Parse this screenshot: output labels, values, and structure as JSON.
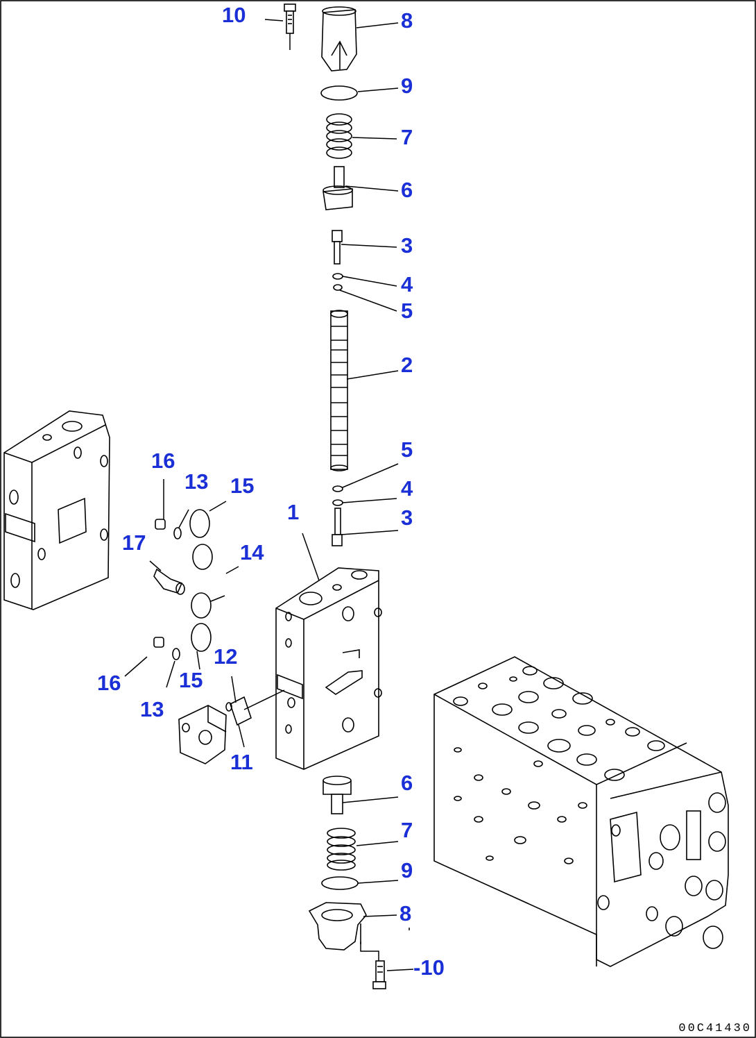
{
  "diagram": {
    "drawing_code": "00C41430",
    "callouts": [
      {
        "id": "c10-top",
        "text": "10"
      },
      {
        "id": "c8-top",
        "text": "8"
      },
      {
        "id": "c9-top",
        "text": "9"
      },
      {
        "id": "c7-top",
        "text": "7"
      },
      {
        "id": "c6-top",
        "text": "6"
      },
      {
        "id": "c3-top",
        "text": "3"
      },
      {
        "id": "c4-top",
        "text": "4"
      },
      {
        "id": "c5-top",
        "text": "5"
      },
      {
        "id": "c2",
        "text": "2"
      },
      {
        "id": "c5-mid",
        "text": "5"
      },
      {
        "id": "c4-mid",
        "text": "4"
      },
      {
        "id": "c3-mid",
        "text": "3"
      },
      {
        "id": "c1",
        "text": "1"
      },
      {
        "id": "c16-top",
        "text": "16"
      },
      {
        "id": "c13-top",
        "text": "13"
      },
      {
        "id": "c15-top",
        "text": "15"
      },
      {
        "id": "c17",
        "text": "17"
      },
      {
        "id": "c14",
        "text": "14"
      },
      {
        "id": "c12",
        "text": "12"
      },
      {
        "id": "c16-bot",
        "text": "16"
      },
      {
        "id": "c15-bot",
        "text": "15"
      },
      {
        "id": "c13-bot",
        "text": "13"
      },
      {
        "id": "c11",
        "text": "11"
      },
      {
        "id": "c6-bot",
        "text": "6"
      },
      {
        "id": "c7-bot",
        "text": "7"
      },
      {
        "id": "c9-bot",
        "text": "9"
      },
      {
        "id": "c8-bot",
        "text": "8"
      },
      {
        "id": "c10-bot",
        "text": "-10"
      }
    ]
  }
}
